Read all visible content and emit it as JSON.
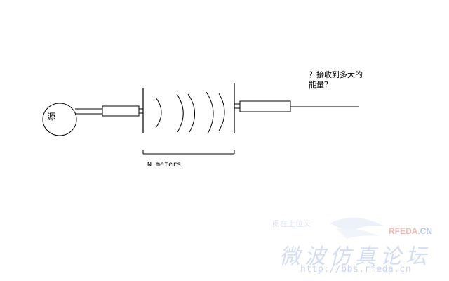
{
  "diagram": {
    "source_label": "源",
    "question_line1": "？接收到多大的",
    "question_line2": "能量？",
    "distance_label": "N meters"
  },
  "watermark": {
    "small_text": "阅在上位天",
    "brand_rf": "RFEDA",
    "brand_cn": ".CN",
    "title": "微波仿真论坛",
    "url": "http://bbs.rfeda.cn"
  },
  "colors": {
    "ink": "#000000",
    "watermark_blue": "#c9d3f2",
    "watermark_red": "#f2b9b0"
  }
}
